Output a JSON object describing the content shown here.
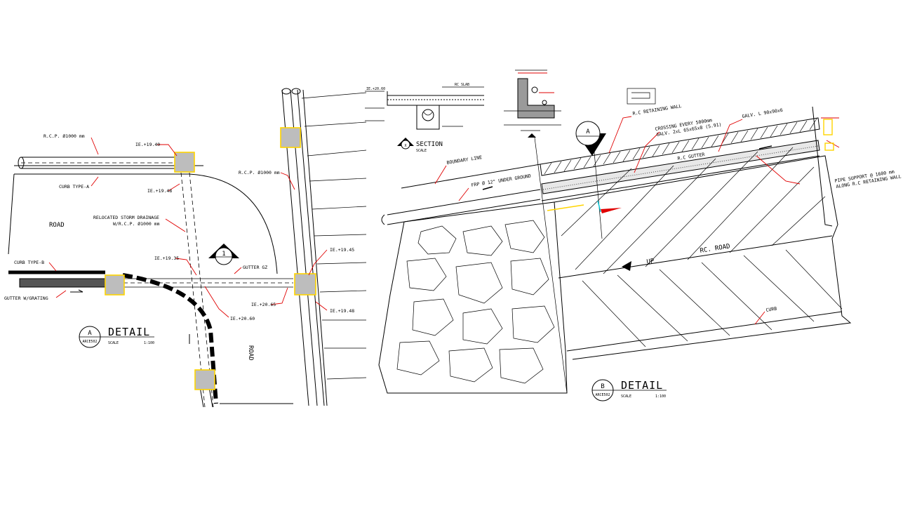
{
  "detail_a": {
    "labels": {
      "rcp_top": "R.C.P. Ø1000 mm",
      "ie_top": "IE.+19.40",
      "curb_a": "CURB TYPE-A",
      "ie_1948": "IE.+19.48",
      "road_left": "ROAD",
      "relocated": "RELOCATED STORM DRAINAGE",
      "relocated2": "W/R.C.P. Ø1000 mm",
      "curb_b": "CURB TYPE-B",
      "gutter_grating": "GUTTER W/GRATING",
      "ie_1935": "IE.+19.35",
      "gutter_gz": "GUTTER GZ",
      "ie_2060": "IE.+20.60",
      "ie_2065": "IE.+20.65",
      "ie_1945": "IE.+19.45",
      "ie_1948b": "IE.+19.48",
      "rcp_right": "R.C.P. Ø1000 mm",
      "road_bottom": "ROAD"
    },
    "section_marker": "1",
    "title": {
      "letter": "A",
      "ref": "ARCE502",
      "name": "DETAIL",
      "scale_label": "SCALE",
      "scale_value": "1:100"
    }
  },
  "section": {
    "marker": "X",
    "title": "SECTION",
    "sub": "SCALE"
  },
  "detail_b": {
    "labels": {
      "boundary": "BOUNDARY LINE",
      "frp": "FRP Ø 12\" UNDER GROUND",
      "rc_wall": "R.C RETAINING WALL",
      "crossing": "CROSSING EVERY 5000mm",
      "galv_l1": "GALV. 2xL 65x65x8 (5.91)",
      "galv_l2": "GALV. L 90x90x6",
      "rc_gutter": "R.C GUTTER",
      "pipe_support": "PIPE SUPPORT @ 1600 mm",
      "pipe_support2": "ALONG R.C RETAINING WALL",
      "up": "UP",
      "road": "RC. ROAD",
      "curb": "CURB"
    },
    "section_marker": "A",
    "title": {
      "letter": "B",
      "ref": "ARCE502",
      "name": "DETAIL",
      "scale_label": "SCALE",
      "scale_value": "1:100"
    }
  },
  "colors": {
    "line": "#000000",
    "leader": "#e00000",
    "highlight": "#ffd400",
    "catch_basin": "#bdbdbd",
    "flow_arrow_red": "#e00000",
    "flow_arrow_cyan": "#00c8d8"
  }
}
